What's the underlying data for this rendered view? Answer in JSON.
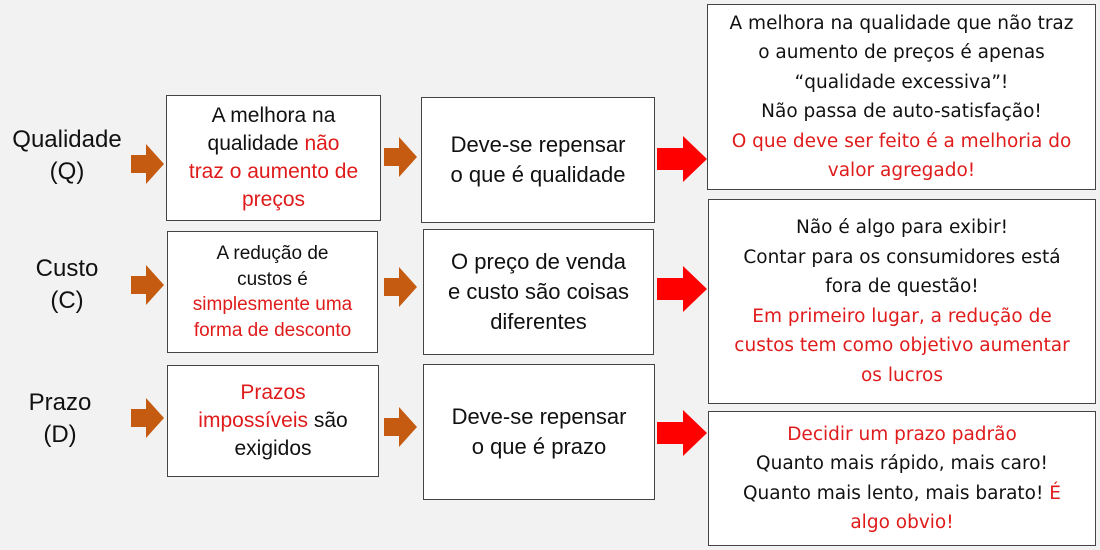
{
  "rows": [
    {
      "label": [
        "Qualidade",
        "(Q)"
      ],
      "box1": [
        {
          "text": "A melhora na",
          "red": false
        },
        {
          "parts": [
            {
              "text": "qualidade ",
              "red": false
            },
            {
              "text": "não",
              "red": true
            }
          ]
        },
        {
          "text": "traz o aumento de",
          "red": true
        },
        {
          "text": "preços",
          "red": true
        }
      ],
      "box2": [
        "Deve-se repensar",
        "o que é qualidade"
      ],
      "box3": [
        {
          "text": "A melhora na qualidade que não traz",
          "red": false
        },
        {
          "text": "o aumento de preços é apenas",
          "red": false
        },
        {
          "text": "“qualidade excessiva”!",
          "red": false
        },
        {
          "text": "Não passa de auto-satisfação!",
          "red": false
        },
        {
          "text": "O que deve ser feito é a melhoria do",
          "red": true
        },
        {
          "text": "valor agregado!",
          "red": true
        }
      ]
    },
    {
      "label": [
        "Custo",
        "(C)"
      ],
      "box1": [
        {
          "text": "A redução de",
          "red": false
        },
        {
          "text": "custos é",
          "red": false
        },
        {
          "text": "simplesmente uma",
          "red": true
        },
        {
          "text": "forma de desconto",
          "red": true
        }
      ],
      "box2": [
        "O preço de venda",
        "e custo são coisas",
        "diferentes"
      ],
      "box3": [
        {
          "text": "Não é algo para exibir!",
          "red": false
        },
        {
          "text": "Contar para os consumidores está",
          "red": false
        },
        {
          "text": "fora de questão!",
          "red": false
        },
        {
          "text": "Em primeiro lugar, a redução de",
          "red": true
        },
        {
          "text": "custos tem como objetivo aumentar",
          "red": true
        },
        {
          "text": "os lucros",
          "red": true
        }
      ]
    },
    {
      "label": [
        "Prazo",
        "(D)"
      ],
      "box1": [
        {
          "text": "Prazos",
          "red": true
        },
        {
          "parts": [
            {
              "text": "impossíveis",
              "red": true
            },
            {
              "text": " são",
              "red": false
            }
          ]
        },
        {
          "text": "exigidos",
          "red": false
        }
      ],
      "box2": [
        "Deve-se repensar",
        "o que é prazo"
      ],
      "box3": [
        {
          "text": "Decidir um prazo padrão",
          "red": true
        },
        {
          "text": "Quanto mais rápido, mais caro!",
          "red": false
        },
        {
          "parts": [
            {
              "text": "Quanto mais lento, mais barato! ",
              "red": false
            },
            {
              "text": "É",
              "red": true
            }
          ]
        },
        {
          "text": "algo obvio!",
          "red": true
        }
      ]
    }
  ],
  "colors": {
    "highlight_text": "#e01b1b",
    "small_arrow": "#c55a11",
    "big_arrow": "#ff0000",
    "box_border": "#444444",
    "background": "#f2f2f2"
  }
}
